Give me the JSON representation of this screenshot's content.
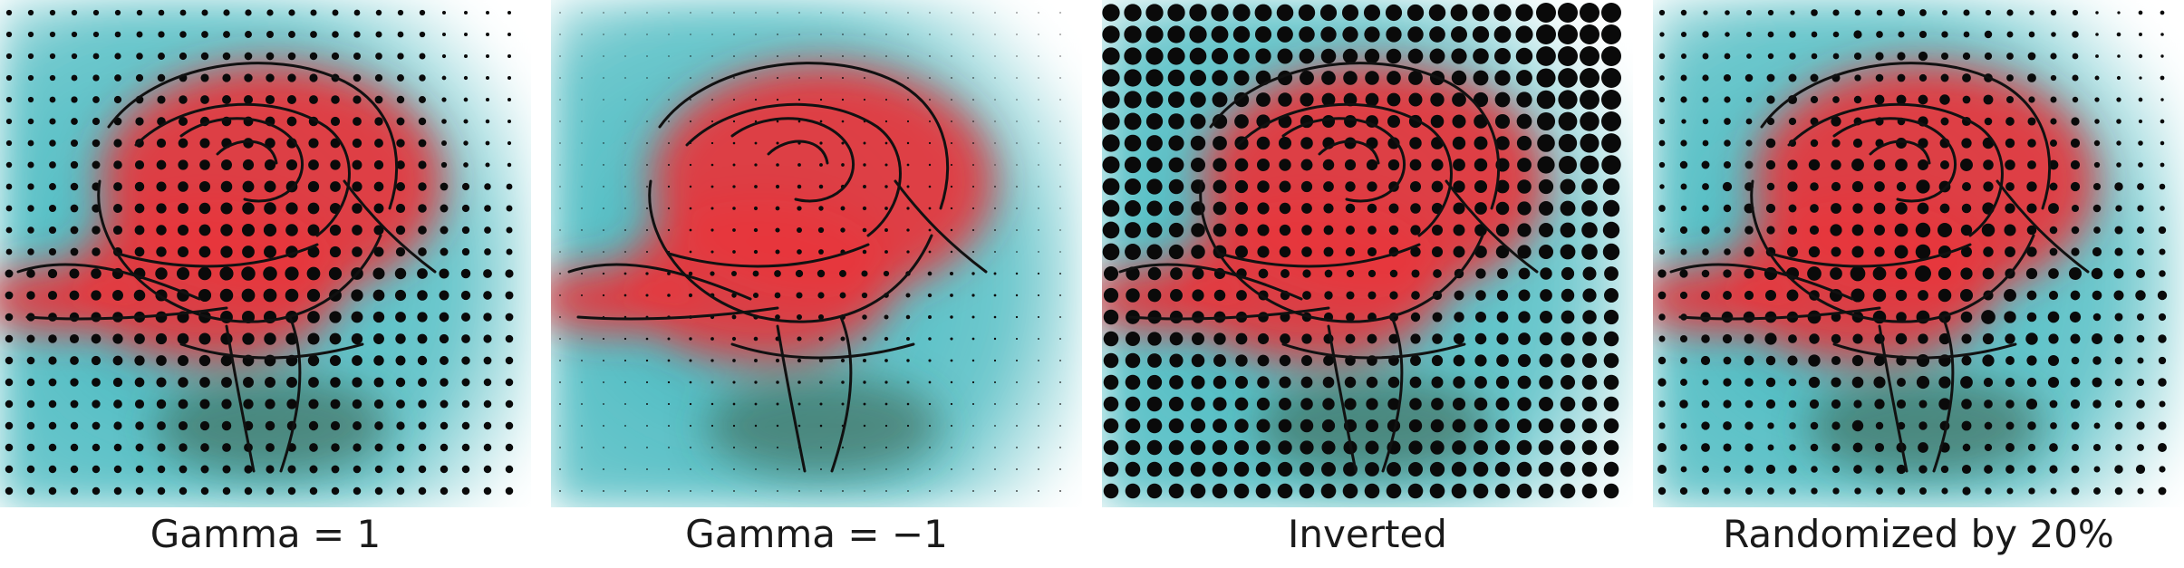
{
  "panels": [
    {
      "caption": "Gamma = 1",
      "mode": "gamma1"
    },
    {
      "caption": "Gamma = −1",
      "mode": "gammaNeg"
    },
    {
      "caption": "Inverted",
      "mode": "inverted"
    },
    {
      "caption": "Randomized by 20%",
      "mode": "random"
    }
  ],
  "colors": {
    "teal": "#3fb6bd",
    "rose_red": "#e8353a",
    "dot": "#0a0a0a",
    "outline": "#111111",
    "leaf": "#3d5a45"
  }
}
